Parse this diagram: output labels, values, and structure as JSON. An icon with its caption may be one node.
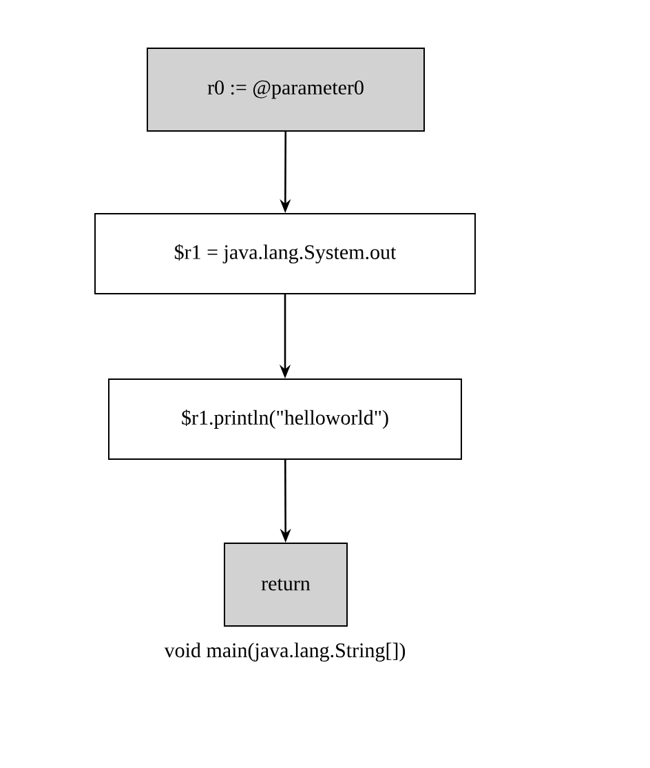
{
  "diagram": {
    "caption": "void main(java.lang.String[])",
    "nodes": [
      {
        "text": [
          "r0 := @parameter0"
        ]
      },
      {
        "text": [
          "$r1 = java.lang.System.out"
        ]
      },
      {
        "text": [
          "$r1.println(\"helloworld\")"
        ]
      },
      {
        "text": [
          "return"
        ]
      }
    ],
    "edges": [
      {
        "from": 0,
        "to": 1,
        "arrow": "to"
      },
      {
        "from": 1,
        "to": 2,
        "arrow": "to"
      },
      {
        "from": 2,
        "to": 3,
        "arrow": "to"
      }
    ]
  }
}
